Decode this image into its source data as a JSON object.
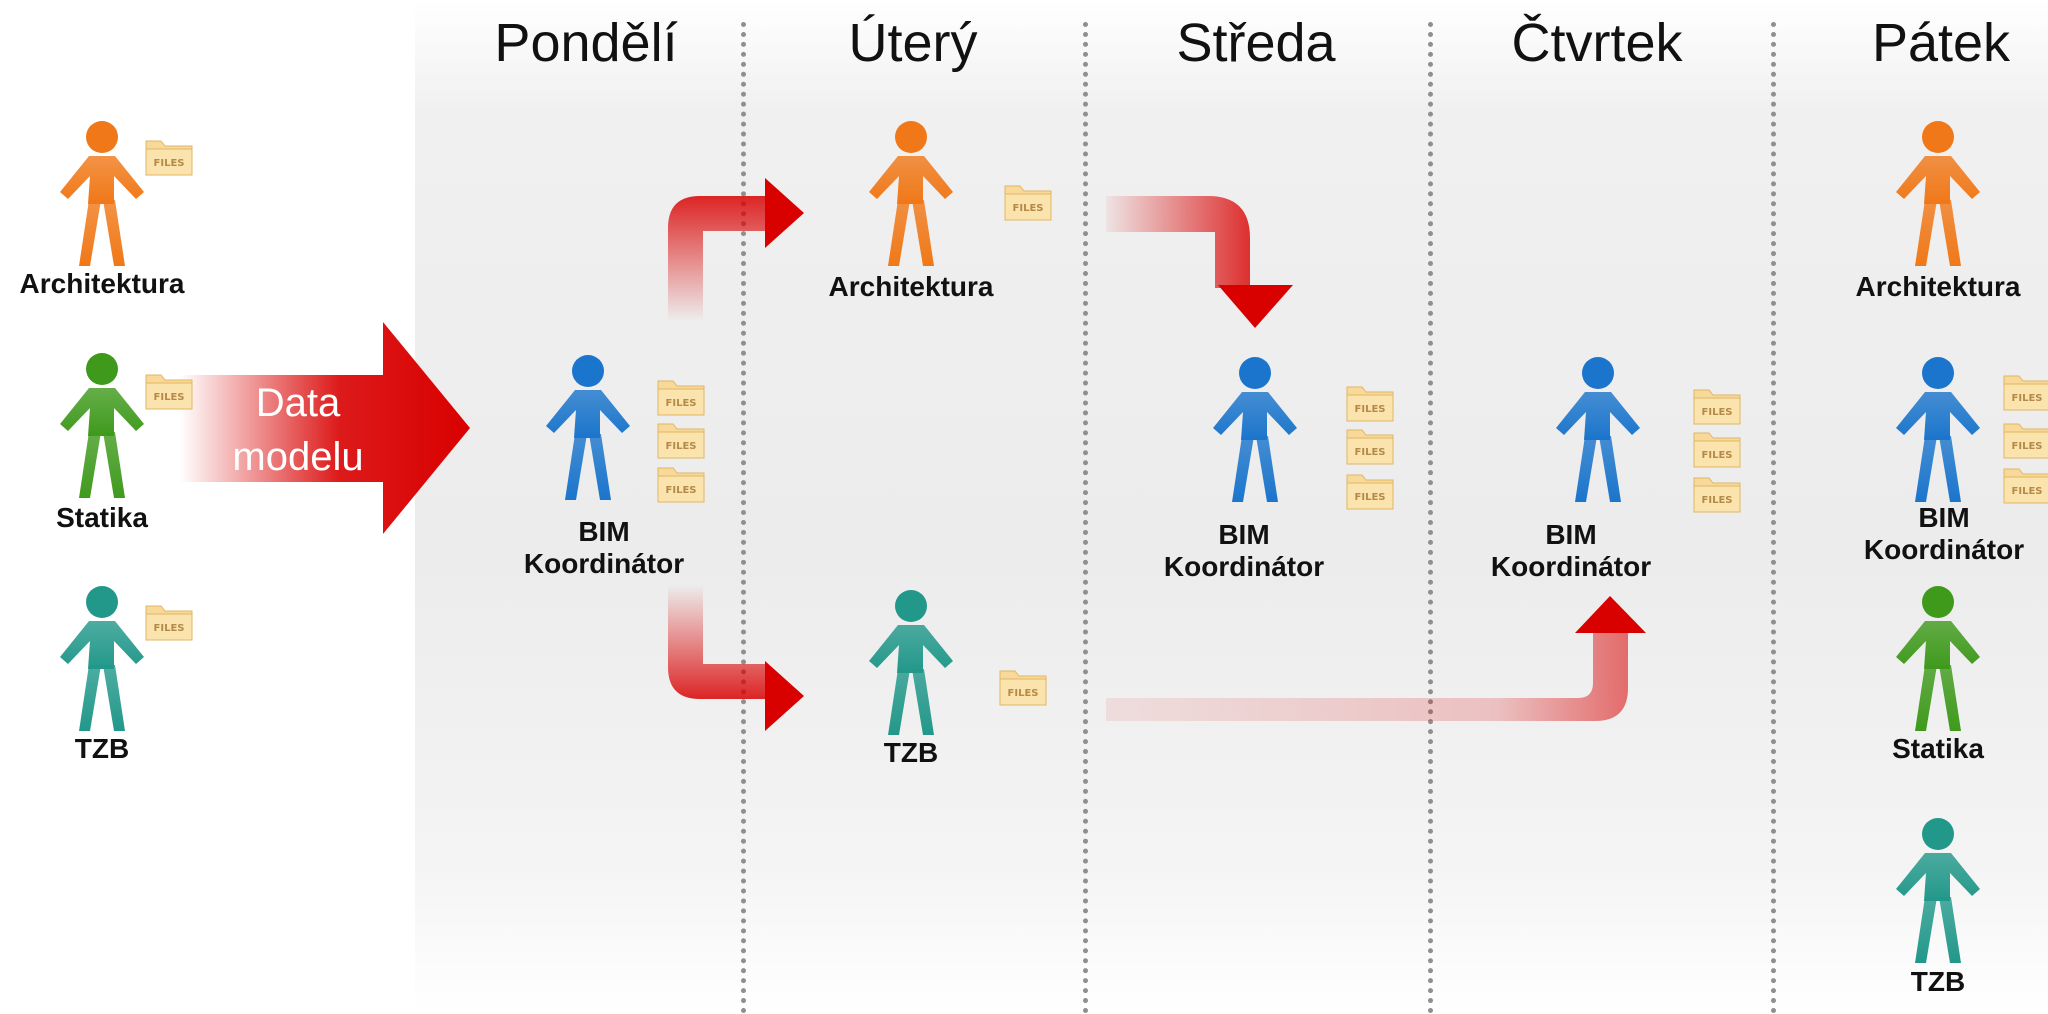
{
  "days": [
    "Pondělí",
    "Úterý",
    "Středa",
    "Čtvrtek",
    "Pátek"
  ],
  "incoming": {
    "arrow_label_line1": "Data",
    "arrow_label_line2": "modelu",
    "people": [
      {
        "label": "Architektura",
        "role": "architect",
        "files": 1
      },
      {
        "label": "Statika",
        "role": "structural",
        "files": 1
      },
      {
        "label": "TZB",
        "role": "mep",
        "files": 1
      }
    ]
  },
  "nodes": {
    "pondeli_coordinator": {
      "line1": "BIM",
      "line2": "Koordinátor",
      "files": 3
    },
    "utery_architect": {
      "label": "Architektura",
      "files": 1
    },
    "utery_mep": {
      "label": "TZB",
      "files": 1
    },
    "streda_coordinator": {
      "line1": "BIM",
      "line2": "Koordinátor",
      "files": 3
    },
    "ctvrtek_coordinator": {
      "line1": "BIM",
      "line2": "Koordinátor",
      "files": 3
    },
    "patek_architect": {
      "label": "Architektura",
      "files": 0
    },
    "patek_coordinator": {
      "line1": "BIM",
      "line2": "Koordinátor",
      "files": 3
    },
    "patek_structural": {
      "label": "Statika",
      "files": 0
    },
    "patek_mep": {
      "label": "TZB",
      "files": 0
    }
  },
  "folder_text": "FILES",
  "icons": {
    "person": "person-icon",
    "folder": "folder-icon",
    "flow": "flow-arrow"
  },
  "colors": {
    "architect": "#f07818",
    "structural": "#3f9a1c",
    "mep": "#22988a",
    "coordinator": "#1b75cc",
    "arrow": "#d90000",
    "folder": "#f9d99a"
  }
}
